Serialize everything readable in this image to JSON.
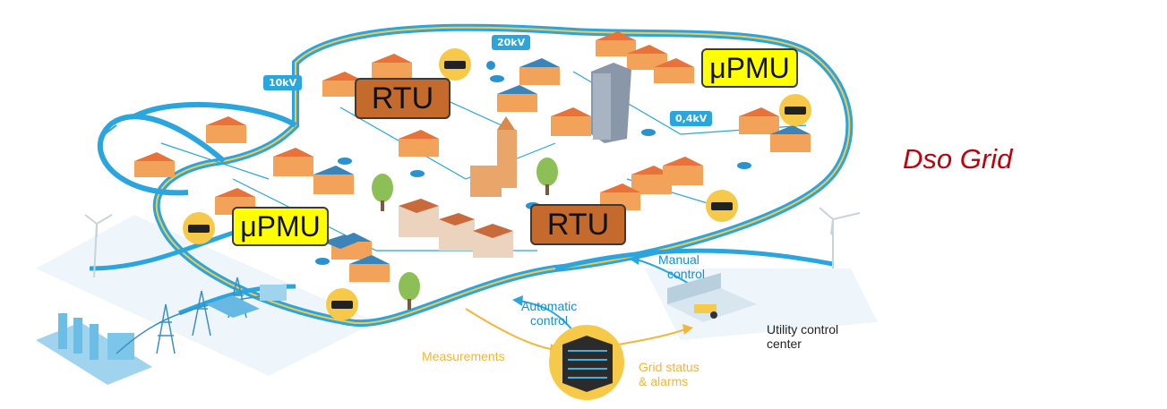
{
  "title": "Dso Grid",
  "voltage_labels": {
    "v10": "10kV",
    "v20": "20kV",
    "v04": "0,4kV"
  },
  "devices": {
    "rtu_1": "RTU",
    "rtu_2": "RTU",
    "pmu_1": "μPMU",
    "pmu_2": "μPMU"
  },
  "flows": {
    "measurements": "Measurements",
    "automatic_control": [
      "Automatic",
      "control"
    ],
    "manual_control": [
      "Manual",
      "control"
    ],
    "grid_status": [
      "Grid status",
      "& alarms"
    ],
    "utility_center": [
      "Utility control",
      "center"
    ]
  },
  "colors": {
    "grid_cable": "#2aa5dd",
    "measurement_line": "#f2b63a",
    "title": "#c0000b",
    "rtu": "#c46a2d",
    "pmu": "#ffff00",
    "house_roof": "#e8733a"
  }
}
